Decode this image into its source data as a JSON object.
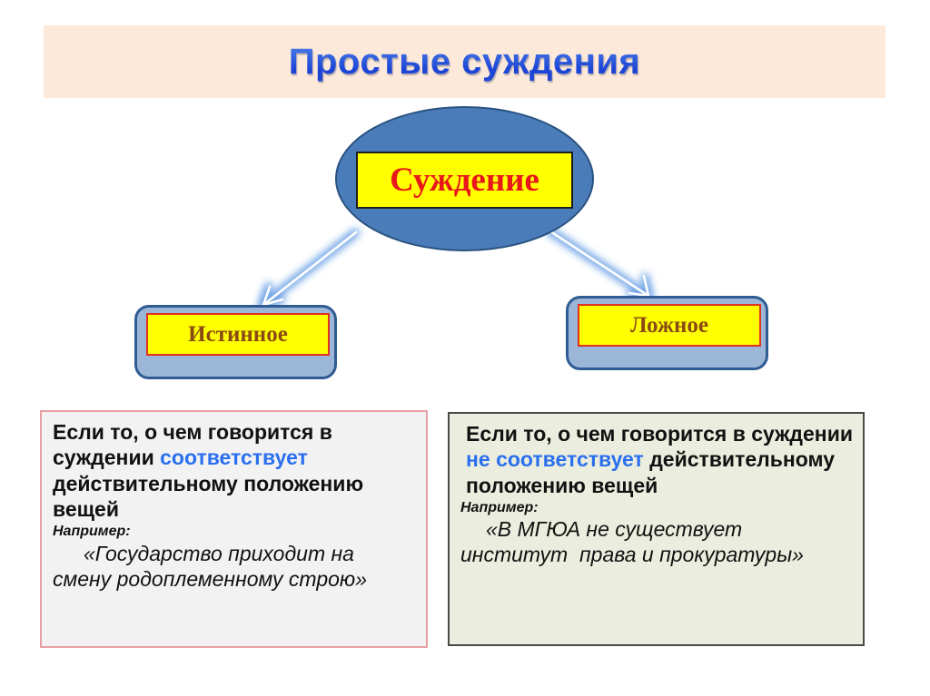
{
  "slide": {
    "title": "Простые суждения",
    "title_band_color": "#fde9da",
    "title_text_color": "#1b43d6",
    "background_color": "#ffffff"
  },
  "diagram": {
    "root": {
      "label": "Суждение",
      "oval_fill": "#4a7cba",
      "oval_border": "#29527f",
      "label_box_fill": "#ffff00",
      "label_color": "#e8181a"
    },
    "branches": [
      {
        "id": "true",
        "label": "Истинное",
        "box_fill": "#9cb6d8",
        "box_border": "#2f5c93",
        "label_box_fill": "#ffff00",
        "label_box_border": "#e0321e",
        "label_color": "#8a4a13"
      },
      {
        "id": "false",
        "label": "Ложное",
        "box_fill": "#9cb6d8",
        "box_border": "#2f5c93",
        "label_box_fill": "#ffff00",
        "label_box_border": "#e0321e",
        "label_color": "#8a4a13"
      }
    ],
    "connectors": [
      {
        "name": "arrow-to-true",
        "direction": "down-left",
        "color": "#ffffff",
        "glow": "#79a9e8"
      },
      {
        "name": "arrow-to-false",
        "direction": "down-right",
        "color": "#ffffff",
        "glow": "#79a9e8"
      }
    ]
  },
  "panels": {
    "true": {
      "definition_part1": "Если то, о чем говорится в суждении ",
      "definition_highlight": "соответствует",
      "definition_part2": " действительному положению вещей",
      "example_label": "Например:",
      "example_quote": "«Государство приходит на смену родоплеменному строю»",
      "background": "#f2f2f2",
      "border": "#e9a0a4",
      "highlight_color": "#2a6ff0"
    },
    "false": {
      "definition_part1": " Если то, о чем говорится в суждении ",
      "definition_highlight": "не соответствует",
      "definition_part2": " действительному положению вещей",
      "example_label": "Например:",
      "example_quote": "«В МГЮА не существует институт  права и прокуратуры»",
      "background": "#ebeede",
      "border": "#4a4a44",
      "highlight_color": "#2a6ff0"
    }
  }
}
